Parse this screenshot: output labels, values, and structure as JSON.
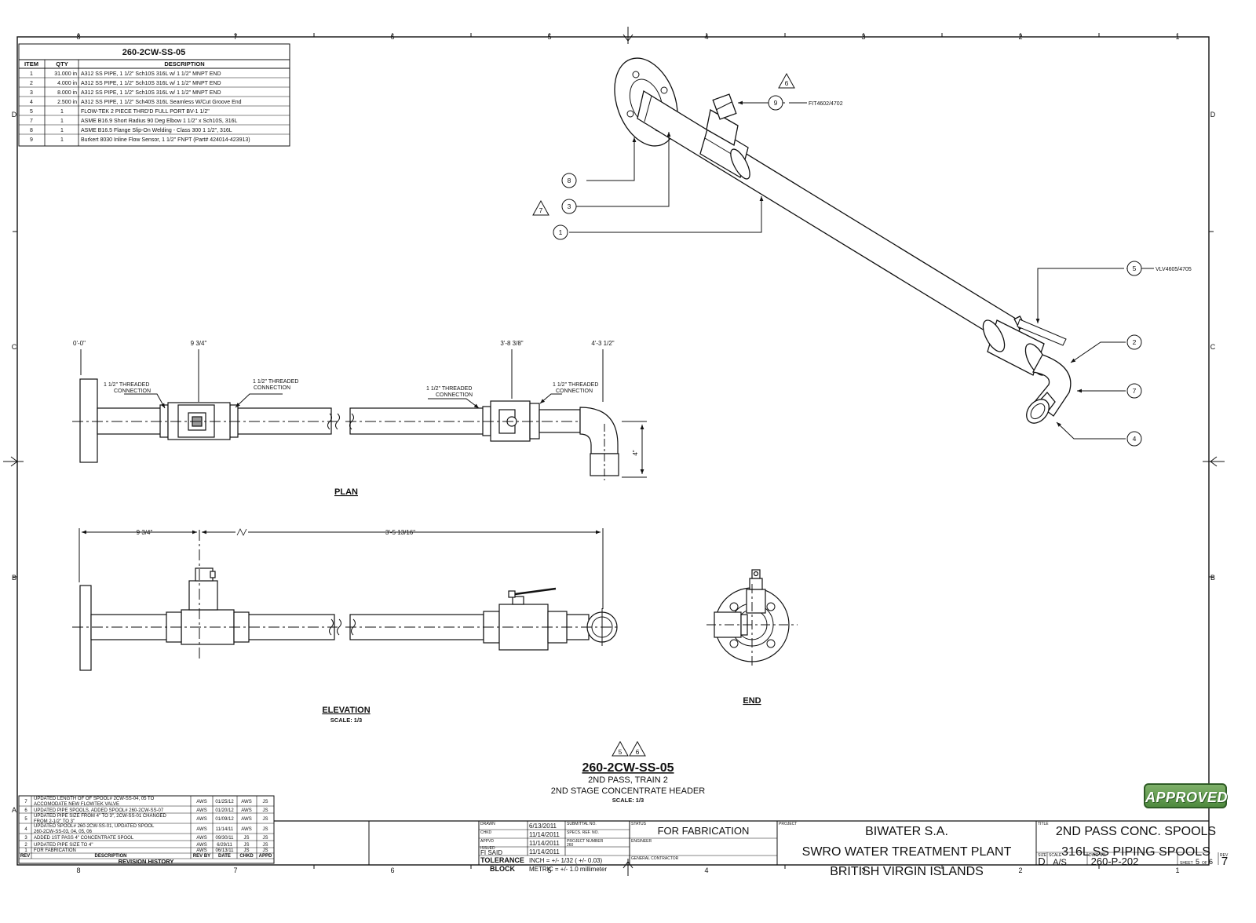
{
  "bom": {
    "title": "260-2CW-SS-05",
    "headers": [
      "ITEM",
      "QTY",
      "DESCRIPTION"
    ],
    "rows": [
      [
        "1",
        "31.000 in",
        "A312 SS PIPE, 1 1/2\" Sch10S 316L w/ 1 1/2\" MNPT END"
      ],
      [
        "2",
        "4.000 in",
        "A312 SS PIPE, 1 1/2\" Sch10S 316L w/ 1 1/2\" MNPT END"
      ],
      [
        "3",
        "8.000 in",
        "A312 SS PIPE, 1 1/2\" Sch10S 316L w/ 1 1/2\" MNPT END"
      ],
      [
        "4",
        "2.500 in",
        "A312 SS PIPE, 1 1/2\" Sch40S 316L Seamless W/Cut Groove End"
      ],
      [
        "5",
        "1",
        "FLOW-TEK 2 PIECE THRD'D FULL PORT BV-1 1/2\""
      ],
      [
        "7",
        "1",
        "ASME B16.9 Short Radius 90 Deg Elbow 1 1/2\" x Sch10S, 316L"
      ],
      [
        "8",
        "1",
        "ASME B16.5 Flange Slip-On Welding - Class 300 1 1/2\", 316L"
      ],
      [
        "9",
        "1",
        "Burkert 8030 Inline Flow Sensor, 1 1/2\" FNPT (Part# 424014-423913)"
      ]
    ]
  },
  "zones": {
    "cols": [
      "8",
      "7",
      "6",
      "5",
      "4",
      "3",
      "2",
      "1"
    ],
    "rows": [
      "D",
      "C",
      "B",
      "A"
    ]
  },
  "iso": {
    "balloons": [
      "9",
      "8",
      "3",
      "1",
      "5",
      "2",
      "7",
      "4"
    ],
    "tags": {
      "fit": "FIT4602/4702",
      "vlv": "VLV4605/4705"
    },
    "revs": [
      "6",
      "7"
    ]
  },
  "plan": {
    "title": "PLAN",
    "dims": [
      "0'-0\"",
      "9 3/4\"",
      "3'-8 3/8\"",
      "4'-3 1/2\"",
      "4\""
    ],
    "conn_l1": "1 1/2\" THREADED",
    "conn_l2": "CONNECTION"
  },
  "elevation": {
    "title": "ELEVATION",
    "scale": "SCALE: 1/3",
    "dims": [
      "9 3/4\"",
      "3'-5 13/16\""
    ]
  },
  "end_view": {
    "title": "END"
  },
  "main_title": {
    "revs": [
      "5",
      "6"
    ],
    "number": "260-2CW-SS-05",
    "line1": "2ND PASS, TRAIN 2",
    "line2": "2ND STAGE CONCENTRATE HEADER",
    "scale": "SCALE: 1/3"
  },
  "revisions": {
    "rows": [
      [
        "7",
        "UPDATED LENGTH OF OF SPOOL# 2CW-SS-04, 05 TO",
        "ACCOMODATE NEW FLOWTEK VALVE",
        "AWS",
        "01/25/12",
        "AWS",
        "JS"
      ],
      [
        "6",
        "UPDATED PIPE SPOOLS, ADDED SPOOL# 260-2CW-SS-07",
        "",
        "AWS",
        "01/20/12",
        "AWS",
        "JS"
      ],
      [
        "5",
        "UPDATED PIPE SIZE FROM 4\" TO 3\", 2CW-SS-01 CHANGED",
        "FROM 2-1/2\" TO 3\"",
        "AWS",
        "01/09/12",
        "AWS",
        "JS"
      ],
      [
        "4",
        "UPDATED SPOOL# 260-2CW-SS-01, UPDATED SPOOL",
        "260-2CW-SS-03, 04, 05, 06",
        "AWS",
        "11/14/11",
        "AWS",
        "JS"
      ],
      [
        "3",
        "ADDED 1ST PASS 4\" CONCENTRATE SPOOL",
        "",
        "AWS",
        "09/30/11",
        "JS",
        "JS"
      ],
      [
        "2",
        "UPDATED PIPE SIZE TO 4\"",
        "",
        "AWS",
        "6/29/11",
        "JS",
        "JS"
      ],
      [
        "1",
        "FOR FABRICATION",
        "",
        "AWS",
        "06/13/11",
        "JS",
        "JS"
      ]
    ],
    "headers": [
      "REV",
      "DESCRIPTION",
      "REV BY",
      "DATE",
      "CHKD",
      "APPD"
    ],
    "title": "REVISION HISTORY"
  },
  "title_block": {
    "left_labels": [
      "DRAWN",
      "CHKD",
      "APPVD",
      "ISSUED"
    ],
    "dates": [
      "6/13/2011",
      "11/14/2011",
      "11/14/2011",
      "11/14/2011"
    ],
    "left_l4": "FI SAID",
    "mid_labels": [
      "SUBMITTAL NO.",
      "SPECS. REF. NO.",
      "PROJECT NUMBER"
    ],
    "project_number": "260",
    "tolerance": "TOLERANCE",
    "block": "BLOCK",
    "tol_inch": "INCH = +/- 1/32 ( +/- 0.03)",
    "tol_metric": "METRIC = +/- 1.0 millimeter",
    "status_label": "STATUS",
    "status": "FOR FABRICATION",
    "engineer_label": "ENGINEER",
    "gc_label": "GENERAL CONTRACTOR",
    "project_label": "PROJECT",
    "project": [
      "BIWATER S.A.",
      "SWRO WATER TREATMENT PLANT",
      "BRITISH VIRGIN ISLANDS"
    ],
    "title_label": "TITLE",
    "title": [
      "2ND PASS CONC. SPOOLS",
      "316L SS PIPING SPOOLS"
    ],
    "size_label": "SIZE",
    "size": "D",
    "scale_label": "SCALE",
    "scale": "A/S",
    "dwg_label": "DWG NO.",
    "dwg": "260-P-202",
    "sheet_label": "SHEET",
    "sheet": "5",
    "of_label": "OF",
    "of": "6",
    "rev_label": "REV",
    "rev": "7"
  },
  "stamp": "APPROVED"
}
